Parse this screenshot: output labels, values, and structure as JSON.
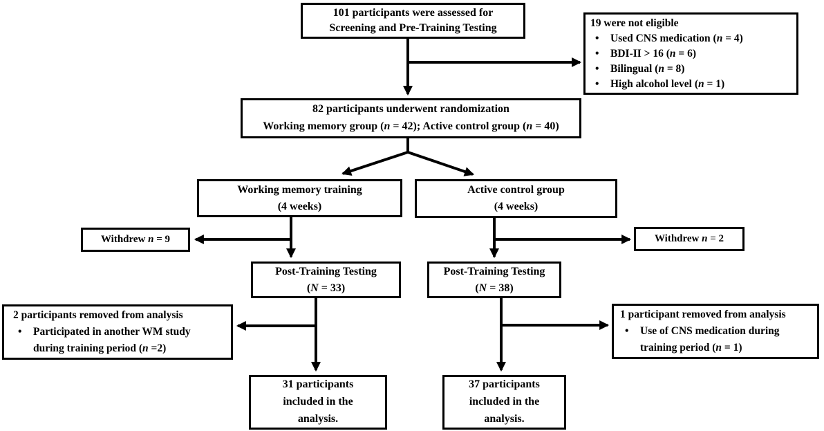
{
  "figure": {
    "title": "Participant flow diagram",
    "colors": {
      "background": "#ffffff",
      "line": "#000000",
      "box_fill": "#ffffff",
      "box_border": "#000000",
      "text": "#000000"
    },
    "boxes": {
      "assessed": {
        "lines": [
          {
            "segments": [
              {
                "text": "101 participants were assessed for"
              }
            ]
          },
          {
            "segments": [
              {
                "text": "Screening and Pre-Training Testing"
              }
            ]
          }
        ]
      },
      "not_eligible": {
        "lines": [
          {
            "segments": [
              {
                "text": "19 were not eligible"
              }
            ]
          },
          {
            "bullet": true,
            "segments": [
              {
                "text": "Used CNS medication ("
              },
              {
                "text": "n",
                "italic": true
              },
              {
                "text": " = 4)"
              }
            ]
          },
          {
            "bullet": true,
            "segments": [
              {
                "text": "BDI-II > 16 ("
              },
              {
                "text": "n",
                "italic": true
              },
              {
                "text": " = 6)"
              }
            ]
          },
          {
            "bullet": true,
            "segments": [
              {
                "text": "Bilingual ("
              },
              {
                "text": "n",
                "italic": true
              },
              {
                "text": " = 8)"
              }
            ]
          },
          {
            "bullet": true,
            "segments": [
              {
                "text": "High alcohol level ("
              },
              {
                "text": "n",
                "italic": true
              },
              {
                "text": " = 1)"
              }
            ]
          }
        ]
      },
      "randomized": {
        "lines": [
          {
            "segments": [
              {
                "text": "82 participants underwent randomization"
              }
            ]
          },
          {
            "segments": [
              {
                "text": "Working memory group ("
              },
              {
                "text": "n",
                "italic": true
              },
              {
                "text": " = 42); Active control group ("
              },
              {
                "text": "n",
                "italic": true
              },
              {
                "text": " = 40)"
              }
            ]
          }
        ]
      },
      "wm_training": {
        "lines": [
          {
            "segments": [
              {
                "text": "Working memory training"
              }
            ]
          },
          {
            "segments": [
              {
                "text": "(4 weeks)"
              }
            ]
          }
        ]
      },
      "active_control": {
        "lines": [
          {
            "segments": [
              {
                "text": "Active control group"
              }
            ]
          },
          {
            "segments": [
              {
                "text": "(4 weeks)"
              }
            ]
          }
        ]
      },
      "withdrew_wm": {
        "lines": [
          {
            "segments": [
              {
                "text": "Withdrew "
              },
              {
                "text": "n",
                "italic": true
              },
              {
                "text": " = 9"
              }
            ]
          }
        ]
      },
      "withdrew_ac": {
        "lines": [
          {
            "segments": [
              {
                "text": "Withdrew "
              },
              {
                "text": "n",
                "italic": true
              },
              {
                "text": " = 2"
              }
            ]
          }
        ]
      },
      "post_wm": {
        "lines": [
          {
            "segments": [
              {
                "text": "Post-Training Testing"
              }
            ]
          },
          {
            "segments": [
              {
                "text": "("
              },
              {
                "text": "N",
                "italic": true
              },
              {
                "text": " = 33)"
              }
            ]
          }
        ]
      },
      "post_ac": {
        "lines": [
          {
            "segments": [
              {
                "text": "Post-Training Testing"
              }
            ]
          },
          {
            "segments": [
              {
                "text": "("
              },
              {
                "text": "N",
                "italic": true
              },
              {
                "text": " = 38)"
              }
            ]
          }
        ]
      },
      "removed_wm": {
        "lines": [
          {
            "segments": [
              {
                "text": "2 participants removed from analysis"
              }
            ]
          },
          {
            "bullet": true,
            "segments": [
              {
                "text": "Participated in another WM study"
              }
            ]
          },
          {
            "cont": true,
            "segments": [
              {
                "text": "during training period ("
              },
              {
                "text": "n",
                "italic": true
              },
              {
                "text": " =2)"
              }
            ]
          }
        ]
      },
      "removed_ac": {
        "lines": [
          {
            "segments": [
              {
                "text": "1 participant removed from analysis"
              }
            ]
          },
          {
            "bullet": true,
            "segments": [
              {
                "text": "Use of CNS medication during"
              }
            ]
          },
          {
            "cont": true,
            "segments": [
              {
                "text": "training period ("
              },
              {
                "text": "n",
                "italic": true
              },
              {
                "text": " = 1)"
              }
            ]
          }
        ]
      },
      "final_wm": {
        "lines": [
          {
            "segments": [
              {
                "text": "31 participants"
              }
            ]
          },
          {
            "segments": [
              {
                "text": "included in the"
              }
            ]
          },
          {
            "segments": [
              {
                "text": "analysis."
              }
            ]
          }
        ]
      },
      "final_ac": {
        "lines": [
          {
            "segments": [
              {
                "text": "37 participants"
              }
            ]
          },
          {
            "segments": [
              {
                "text": "included in the"
              }
            ]
          },
          {
            "segments": [
              {
                "text": "analysis."
              }
            ]
          }
        ]
      }
    }
  }
}
